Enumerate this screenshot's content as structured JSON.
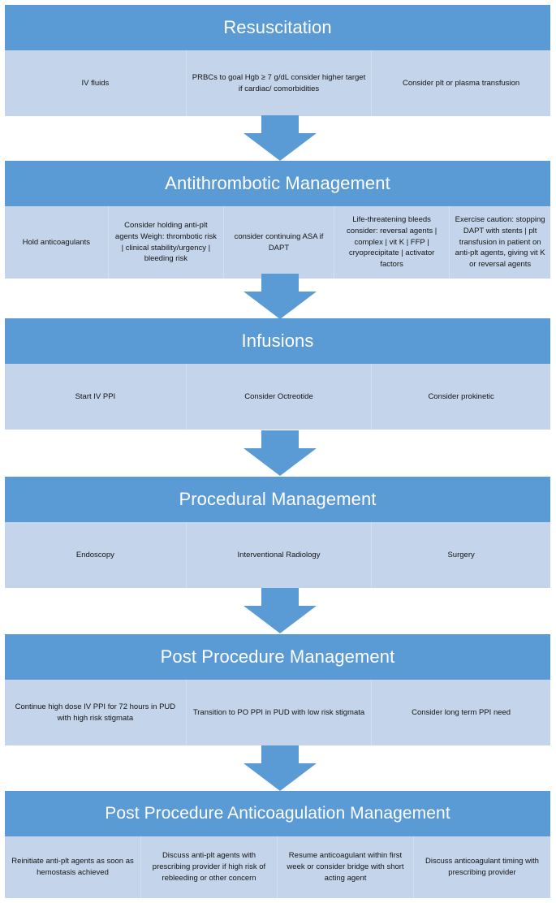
{
  "colors": {
    "header_blue": "#5B9BD5",
    "cell_blue": "#C4D4EB",
    "divider": "#D3DFF1",
    "header_text": "#FFFFFF",
    "cell_text": "#141414",
    "page_background": "#FFFFFF"
  },
  "diagram": {
    "type": "vertical-flowchart",
    "orientation": "top-to-bottom",
    "stage_count": 6,
    "connector": "down-block-arrow"
  },
  "stages": [
    {
      "id": "resuscitation",
      "title": "Resuscitation",
      "columns": 3,
      "widths": [
        33.3,
        34.0,
        32.7
      ],
      "cells": [
        "IV fluids",
        "PRBCs to goal Hgb ≥ 7 g/dL consider higher target if cardiac/ comorbidities",
        "Consider plt or plasma transfusion"
      ]
    },
    {
      "id": "antithrombotic",
      "title": "Antithrombotic Management",
      "columns": 5,
      "widths": [
        19.0,
        21.2,
        20.2,
        21.2,
        18.4
      ],
      "cells": [
        "Hold anticoagulants",
        "Consider holding anti-plt agents Weigh: thrombotic risk | clinical stability/urgency | bleeding risk",
        "consider continuing ASA if DAPT",
        "Life-threatening bleeds consider: reversal agents | complex | vit K | FFP | cryoprecipitate | activator factors",
        "Exercise caution: stopping DAPT with stents | plt transfusion in patient on anti-plt agents, giving vit K or reversal agents"
      ]
    },
    {
      "id": "infusions",
      "title": "Infusions",
      "columns": 3,
      "widths": [
        33.3,
        34.0,
        32.7
      ],
      "cells": [
        "Start IV PPI",
        "Consider Octreotide",
        "Consider prokinetic"
      ]
    },
    {
      "id": "procedural",
      "title": "Procedural Management",
      "columns": 3,
      "widths": [
        33.3,
        34.0,
        32.7
      ],
      "cells": [
        "Endoscopy",
        "Interventional Radiology",
        "Surgery"
      ]
    },
    {
      "id": "postprocedure",
      "title": "Post Procedure Management",
      "columns": 3,
      "widths": [
        33.3,
        34.0,
        32.7
      ],
      "cells": [
        "Continue high dose IV PPI for 72 hours in PUD with high risk stigmata",
        "Transition to PO PPI in PUD with low risk stigmata",
        "Consider long term PPI need"
      ]
    },
    {
      "id": "postanticoag",
      "title": "Post Procedure Anticoagulation Management",
      "columns": 4,
      "widths": [
        25.0,
        25.0,
        25.0,
        25.0
      ],
      "cells": [
        "Reinitiate anti-plt agents as soon as hemostasis achieved",
        "Discuss anti-plt agents with prescribing provider if high risk of rebleeding or other concern",
        "Resume anticoagulant within first week or consider bridge with short acting agent",
        "Discuss anticoagulant timing with prescribing provider"
      ]
    }
  ],
  "arrows": [
    {
      "id": "arrow-1",
      "from": "resuscitation",
      "to": "antithrombotic",
      "direction": "down"
    },
    {
      "id": "arrow-2",
      "from": "antithrombotic",
      "to": "infusions",
      "direction": "down"
    },
    {
      "id": "arrow-3",
      "from": "infusions",
      "to": "procedural",
      "direction": "down"
    },
    {
      "id": "arrow-4",
      "from": "procedural",
      "to": "postprocedure",
      "direction": "down"
    },
    {
      "id": "arrow-5",
      "from": "postprocedure",
      "to": "postanticoag",
      "direction": "down"
    }
  ]
}
